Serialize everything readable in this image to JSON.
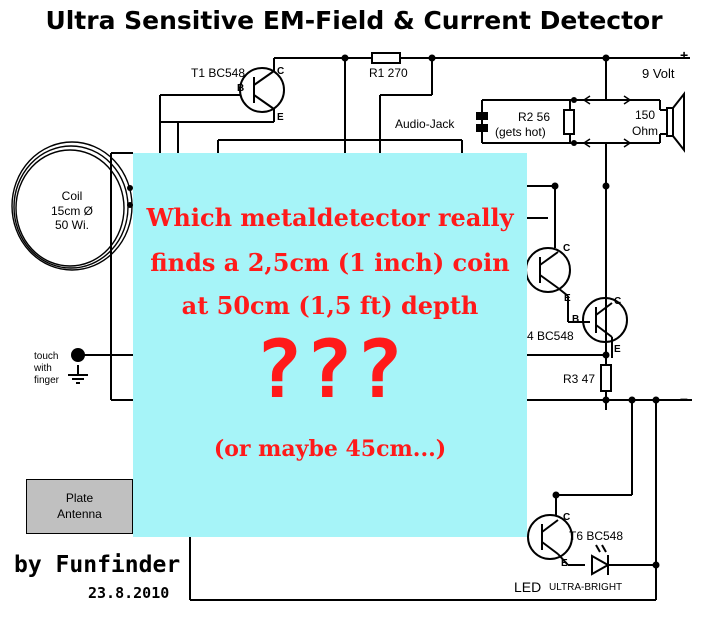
{
  "title": "Ultra Sensitive EM-Field & Current Detector",
  "labels": {
    "t1": "T1 BC548",
    "r1": "R1 270",
    "plus": "+",
    "volt": "9 Volt",
    "audio_jack": "Audio-Jack",
    "r2": "R2 56",
    "r2_note": "(gets hot)",
    "spk_ohm_1": "150",
    "spk_ohm_2": "Ohm",
    "coil_1": "Coil",
    "coil_2": "15cm Ø",
    "coil_3": "50 Wi.",
    "touch_1": "touch",
    "touch_2": "with",
    "touch_3": "finger",
    "t4": "4 BC548",
    "r3": "R3 47",
    "minus": "–",
    "plate_1": "Plate",
    "plate_2": "Antenna",
    "t6": "T6 BC548",
    "led": "LED",
    "ultra": "ULTRA-BRIGHT",
    "pin_c": "C",
    "pin_b": "B",
    "pin_e": "E"
  },
  "overlay": {
    "line1": "Which metaldetector really",
    "line2": "finds a 2,5cm (1 inch) coin",
    "line3": "at 50cm (1,5 ft) depth",
    "qmarks": "???",
    "line4": "(or maybe 45cm...)",
    "bg_color": "#a6f4f8",
    "text_color": "#ff1a1a"
  },
  "credit": {
    "by": "by  Funfinder",
    "date": "23.8.2010"
  }
}
